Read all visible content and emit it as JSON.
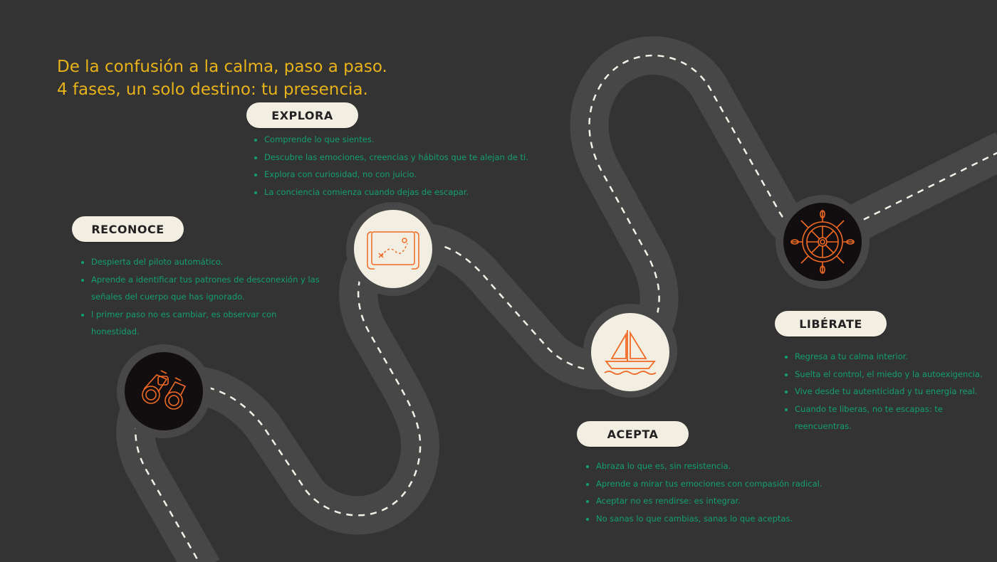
{
  "headline": {
    "line1": "De la confusión a la calma, paso a paso.",
    "line2": "4 fases, un solo destino: tu presencia."
  },
  "colors": {
    "background": "#333333",
    "road": "#474747",
    "accent_title": "#e8b21a",
    "text_green": "#13a06f",
    "pill": "#f2efe2",
    "icon_orange": "#f06a25"
  },
  "phases": [
    {
      "title": "RECONOCE",
      "icon": "binoculars-icon",
      "points": [
        "Despierta del piloto automático.",
        "Aprende a identificar tus patrones de desconexión y las señales del cuerpo que has ignorado.",
        "l primer paso no es cambiar, es observar con honestidad."
      ]
    },
    {
      "title": "EXPLORA",
      "icon": "treasure-map-icon",
      "points": [
        "Comprende lo que sientes.",
        "Descubre las emociones, creencias y hábitos que te alejan de ti.",
        "Explora con curiosidad, no con juicio.",
        "La conciencia comienza cuando dejas de escapar."
      ]
    },
    {
      "title": "ACEPTA",
      "icon": "sailboat-icon",
      "points": [
        "Abraza lo que es, sin resistencia.",
        "Aprende a mirar tus emociones con compasión radical.",
        "Aceptar no es rendirse: es integrar.",
        "No sanas lo que cambias, sanas lo que aceptas."
      ]
    },
    {
      "title": "LIBÉRATE",
      "icon": "ship-wheel-icon",
      "points": [
        "Regresa a tu calma interior.",
        "Suelta el control, el miedo y la autoexigencia.",
        "Vive desde tu autenticidad y tu energía real.",
        "Cuando te liberas, no te escapas: te reencuentras."
      ]
    }
  ]
}
